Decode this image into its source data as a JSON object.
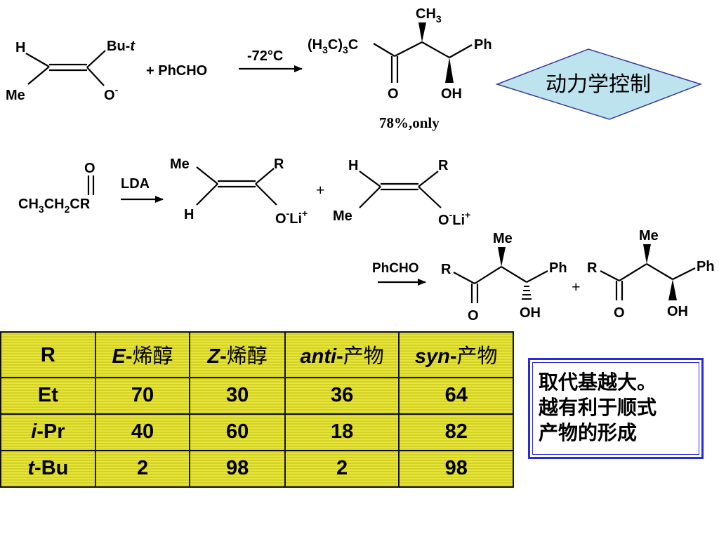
{
  "reaction1": {
    "enolate_H": "H",
    "enolate_Me": "Me",
    "enolate_Bu": "Bu-",
    "enolate_t": "t",
    "enolate_O": "O",
    "enolate_charge": "-",
    "reagent": "+ PhCHO",
    "condition": "-72°C",
    "prod_ch3": "CH",
    "prod_ch3_sub": "3",
    "prod_tbu_a": "(H",
    "prod_tbu_sub1": "3",
    "prod_tbu_b": "C)",
    "prod_tbu_sub2": "3",
    "prod_tbu_c": "C",
    "prod_ph": "Ph",
    "prod_o": "O",
    "prod_oh": "OH",
    "yield": "78%,only",
    "badge": "动力学控制"
  },
  "reaction2": {
    "ketone_o": "O",
    "ketone_formula_a": "CH",
    "ketone_sub1": "3",
    "ketone_formula_b": "CH",
    "ketone_sub2": "2",
    "ketone_formula_c": "CR",
    "base": "LDA",
    "e_me": "Me",
    "e_r": "R",
    "e_h": "H",
    "e_o": "O",
    "e_minus": "-",
    "e_li": "Li",
    "e_plus": "+",
    "plus": "+",
    "z_h": "H",
    "z_r": "R",
    "z_me": "Me",
    "z_o": "O",
    "z_minus": "-",
    "z_li": "Li",
    "z_plus": "+"
  },
  "reaction3": {
    "reagent": "PhCHO",
    "a_r": "R",
    "a_me": "Me",
    "a_ph": "Ph",
    "a_o": "O",
    "a_oh": "OH",
    "plus": "+",
    "s_r": "R",
    "s_me": "Me",
    "s_ph": "Ph",
    "s_o": "O",
    "s_oh": "OH"
  },
  "table": {
    "headers": [
      {
        "italic": "",
        "plain": "R",
        "cjk": ""
      },
      {
        "italic": "E",
        "plain": "-",
        "cjk": "烯醇"
      },
      {
        "italic": "Z",
        "plain": "-",
        "cjk": "烯醇"
      },
      {
        "italic": "anti",
        "plain": "-",
        "cjk": "产物"
      },
      {
        "italic": "syn",
        "plain": "-",
        "cjk": "产物"
      }
    ],
    "rows": [
      {
        "r_italic": "",
        "r_plain": "Et",
        "e": "70",
        "z": "30",
        "anti": "36",
        "syn": "64"
      },
      {
        "r_italic": "i",
        "r_plain": "-Pr",
        "e": "40",
        "z": "60",
        "anti": "18",
        "syn": "82"
      },
      {
        "r_italic": "t",
        "r_plain": "-Bu",
        "e": "2",
        "z": "98",
        "anti": "2",
        "syn": "98"
      }
    ]
  },
  "note": {
    "line1": "取代基越大。",
    "line2": "越有利于顺式",
    "line3": "产物的形成"
  },
  "colors": {
    "badge_fill": "#bde3ee",
    "table_fill": "#d3d126",
    "note_border": "#2b2bd6"
  }
}
